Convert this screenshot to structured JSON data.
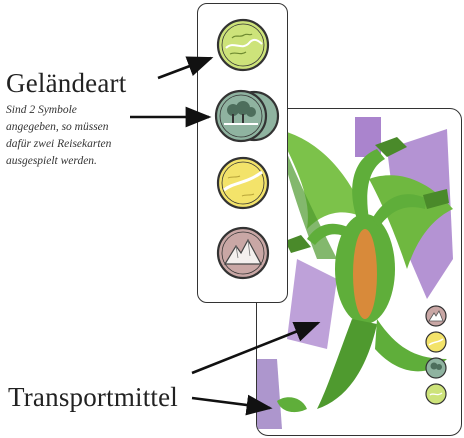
{
  "labels": {
    "terrain": "Geländeart",
    "transport": "Transportmittel"
  },
  "note_lines": [
    "Sind 2 Symbole",
    "angegeben, so müssen",
    "dafür zwei Reisekarten",
    "ausgespielt werden."
  ],
  "terrain_symbols": [
    "meadow-symbol-icon",
    "forest-double-symbol-icon",
    "desert-symbol-icon",
    "mountain-symbol-icon"
  ],
  "transport_symbols": [
    "mountain-symbol-icon",
    "desert-symbol-icon",
    "forest-symbol-icon",
    "meadow-symbol-icon"
  ],
  "colors": {
    "meadow": "#cde37a",
    "forest": "#8fb3a0",
    "desert": "#f3e36a",
    "mountain": "#c9a7a5",
    "dragon_green": "#5fae3a",
    "violet": "#9b6fc4"
  }
}
